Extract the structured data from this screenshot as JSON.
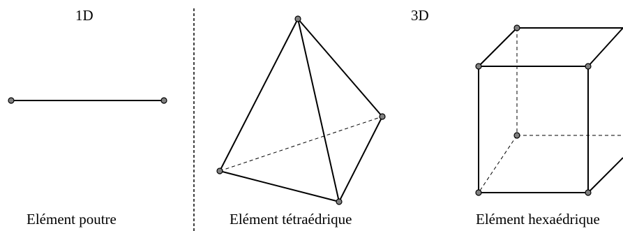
{
  "headers": {
    "one_d": "1D",
    "three_d": "3D"
  },
  "captions": {
    "beam": "Elément poutre",
    "tetra": "Elément tétraédrique",
    "hexa": "Elément hexaédrique"
  },
  "colors": {
    "line": "#000000",
    "node_fill": "#808080",
    "node_stroke": "#000000",
    "background": "#ffffff"
  }
}
